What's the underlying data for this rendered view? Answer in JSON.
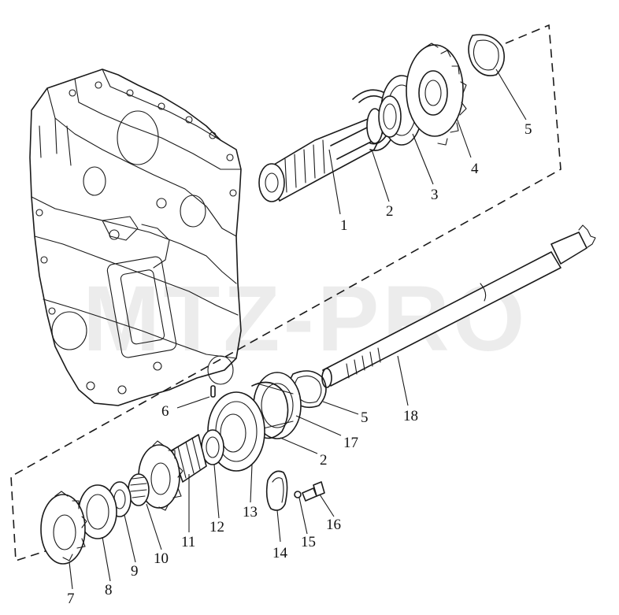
{
  "watermark": "MTZ-PRO",
  "callouts": [
    {
      "id": "c1",
      "label": "1"
    },
    {
      "id": "c2a",
      "label": "2"
    },
    {
      "id": "c3",
      "label": "3"
    },
    {
      "id": "c4",
      "label": "4"
    },
    {
      "id": "c5a",
      "label": "5"
    },
    {
      "id": "c6",
      "label": "6"
    },
    {
      "id": "c5b",
      "label": "5"
    },
    {
      "id": "c18",
      "label": "18"
    },
    {
      "id": "c17",
      "label": "17"
    },
    {
      "id": "c2b",
      "label": "2"
    },
    {
      "id": "c13",
      "label": "13"
    },
    {
      "id": "c12",
      "label": "12"
    },
    {
      "id": "c11",
      "label": "11"
    },
    {
      "id": "c10",
      "label": "10"
    },
    {
      "id": "c9",
      "label": "9"
    },
    {
      "id": "c8",
      "label": "8"
    },
    {
      "id": "c7",
      "label": "7"
    },
    {
      "id": "c14",
      "label": "14"
    },
    {
      "id": "c15",
      "label": "15"
    },
    {
      "id": "c16",
      "label": "16"
    }
  ]
}
